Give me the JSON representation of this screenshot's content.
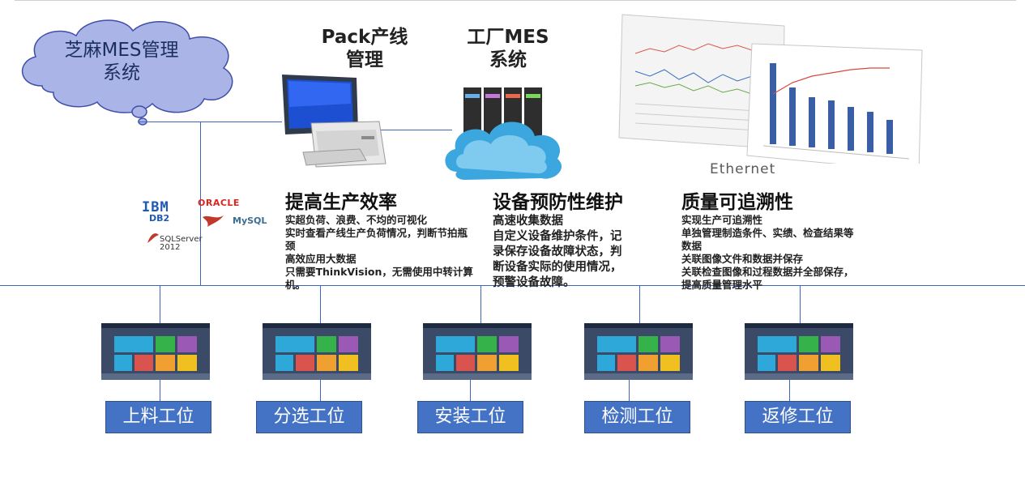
{
  "cloud": {
    "line1": "芝麻MES管理",
    "line2": "系统"
  },
  "pack": {
    "line1": "Pack产线",
    "line2": "管理"
  },
  "factory_mes": {
    "line1": "工厂MES",
    "line2": "系统"
  },
  "network": {
    "label": "Ethernet"
  },
  "databases": {
    "ibm": "IBM",
    "db2": "DB2",
    "oracle": "ORACLE",
    "mysql": "MySQL",
    "sqlserver": "SQLServer",
    "sqlserver_year": "2012"
  },
  "features": [
    {
      "title": "提高生产效率",
      "lines": [
        "实超负荷、浪费、不均的可视化",
        "实时查看产线生产负荷情况，判断节拍瓶",
        "颈",
        "高效应用大数据",
        "只需要ThinkVision，无需使用中转计算",
        "机。"
      ]
    },
    {
      "title": "设备预防性维护",
      "lines": [
        "高速收集数据",
        "自定义设备维护条件，记",
        "录保存设备故障状态，判",
        "断设备实际的使用情况，",
        "预警设备故障。"
      ]
    },
    {
      "title": "质量可追溯性",
      "lines": [
        "实现生产可追溯性",
        "单独管理制造条件、实绩、检查结果等",
        "数据",
        "关联图像文件和数据并保存",
        "关联检查图像和过程数据并全部保存，",
        "提高质量管理水平"
      ]
    }
  ],
  "stations": [
    "上料工位",
    "分选工位",
    "安装工位",
    "检测工位",
    "返修工位"
  ],
  "colors": {
    "line": "#3f66b8",
    "station_fill": "#4472c4",
    "cloud_fill": "#aab4e6",
    "cloud_stroke": "#3f4ea8"
  }
}
